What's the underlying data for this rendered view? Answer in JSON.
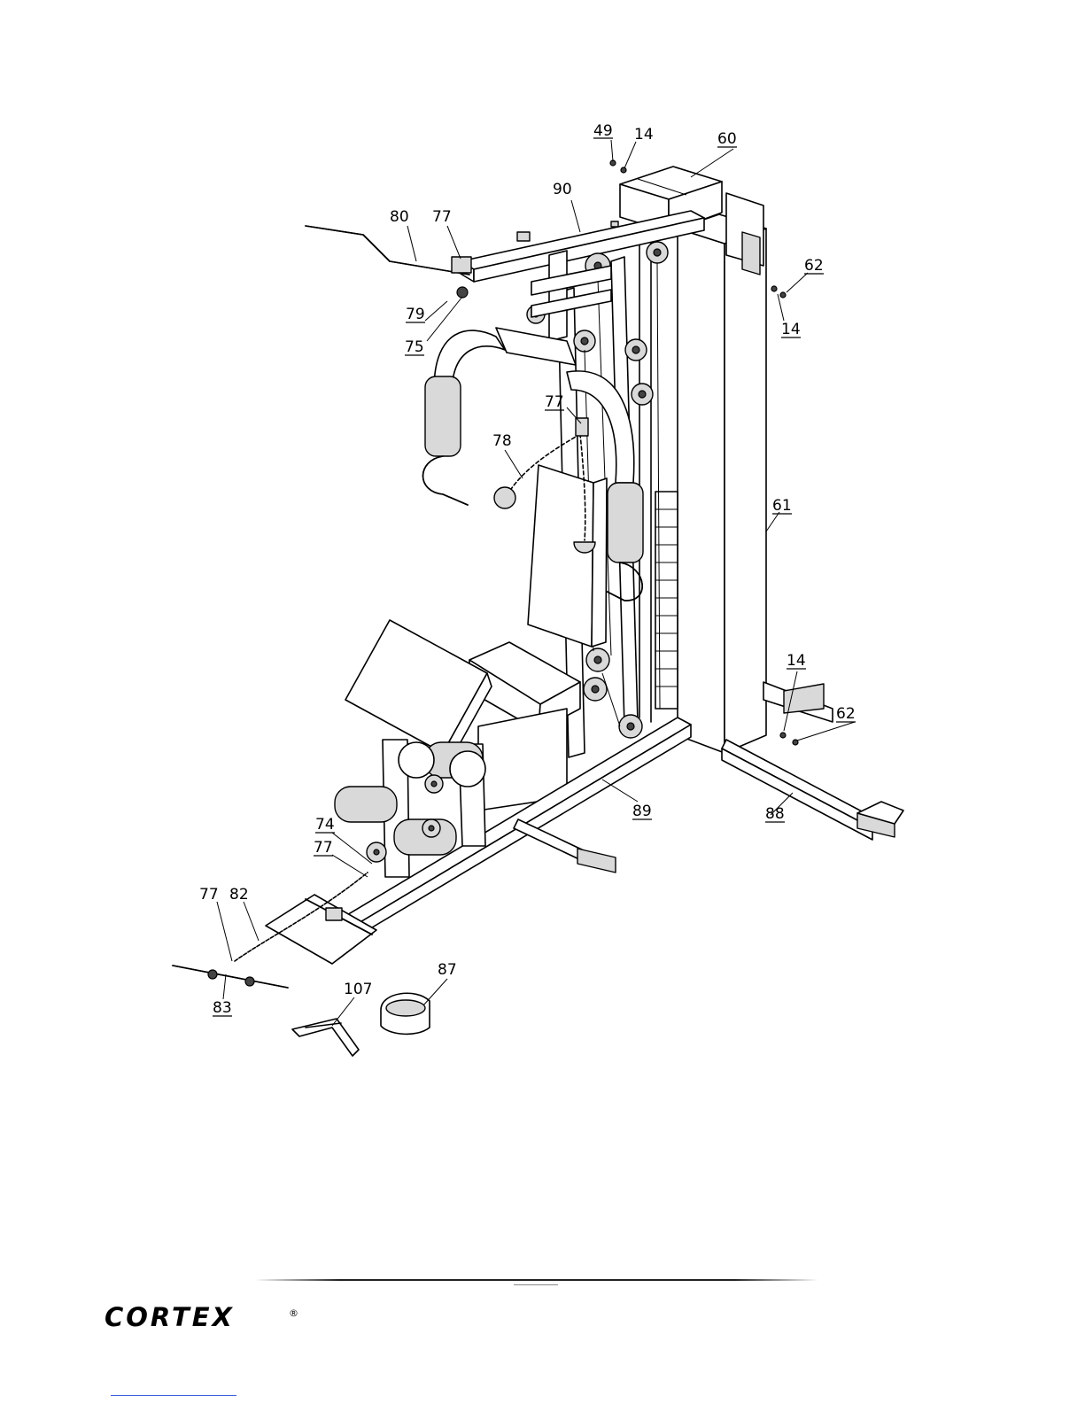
{
  "diagram": {
    "labels": [
      {
        "id": "lbl-49a",
        "text": "49"
      },
      {
        "id": "lbl-14a",
        "text": "14"
      },
      {
        "id": "lbl-60",
        "text": "60"
      },
      {
        "id": "lbl-90",
        "text": "90"
      },
      {
        "id": "lbl-80",
        "text": "80"
      },
      {
        "id": "lbl-77a",
        "text": "77"
      },
      {
        "id": "lbl-62a",
        "text": "62"
      },
      {
        "id": "lbl-14b",
        "text": "14"
      },
      {
        "id": "lbl-79",
        "text": "79"
      },
      {
        "id": "lbl-75",
        "text": "75"
      },
      {
        "id": "lbl-77b",
        "text": "77"
      },
      {
        "id": "lbl-78",
        "text": "78"
      },
      {
        "id": "lbl-61",
        "text": "61"
      },
      {
        "id": "lbl-14c",
        "text": "14"
      },
      {
        "id": "lbl-62b",
        "text": "62"
      },
      {
        "id": "lbl-89",
        "text": "89"
      },
      {
        "id": "lbl-88",
        "text": "88"
      },
      {
        "id": "lbl-74",
        "text": "74"
      },
      {
        "id": "lbl-77c",
        "text": "77"
      },
      {
        "id": "lbl-77d",
        "text": "77"
      },
      {
        "id": "lbl-82",
        "text": "82"
      },
      {
        "id": "lbl-87",
        "text": "87"
      },
      {
        "id": "lbl-107",
        "text": "107"
      },
      {
        "id": "lbl-83",
        "text": "83"
      }
    ]
  },
  "footer": {
    "brand": "CORTEX",
    "registered": "®"
  }
}
